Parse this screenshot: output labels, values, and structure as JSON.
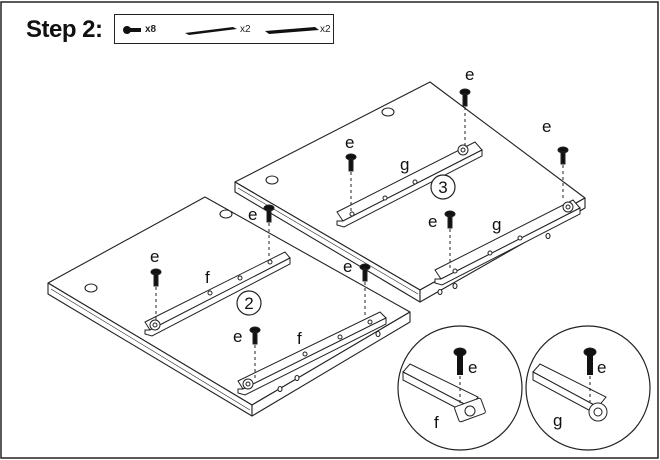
{
  "header": {
    "title": "Step 2:",
    "parts": [
      {
        "icon": "screw-icon",
        "qty": "x8"
      },
      {
        "icon": "rail-f-icon",
        "qty": "x2"
      },
      {
        "icon": "rail-g-icon",
        "qty": "x2"
      }
    ]
  },
  "panels": [
    {
      "number": "2",
      "rail_label": "f",
      "screw_label": "e"
    },
    {
      "number": "3",
      "rail_label": "g",
      "screw_label": "e"
    }
  ],
  "details": [
    {
      "screw_label": "e",
      "rail_label": "f"
    },
    {
      "screw_label": "e",
      "rail_label": "g"
    }
  ]
}
